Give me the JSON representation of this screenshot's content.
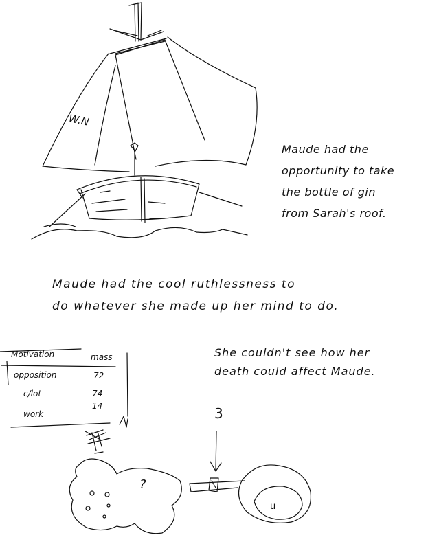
{
  "notes": {
    "note1": [
      "Maude had the",
      "opportunity to take",
      "the bottle of gin",
      "from Sarah's roof."
    ],
    "note2": [
      "Maude had the cool ruthlessness to",
      "do whatever she made up her mind to do."
    ],
    "note3": [
      "She couldn't see how her",
      "death could affect Maude."
    ]
  },
  "boat": {
    "sail_label": "W.N"
  },
  "table": {
    "headers": [
      "Motivation",
      "mass"
    ],
    "rows": [
      {
        "label": "opposition",
        "value": "72"
      },
      {
        "label": "c/lot",
        "value": "74"
      },
      {
        "label": "",
        "value": "14"
      },
      {
        "label": "work",
        "value": ""
      }
    ]
  },
  "diagram": {
    "arrow_number": "3",
    "question": "?",
    "pan_label": "u"
  }
}
